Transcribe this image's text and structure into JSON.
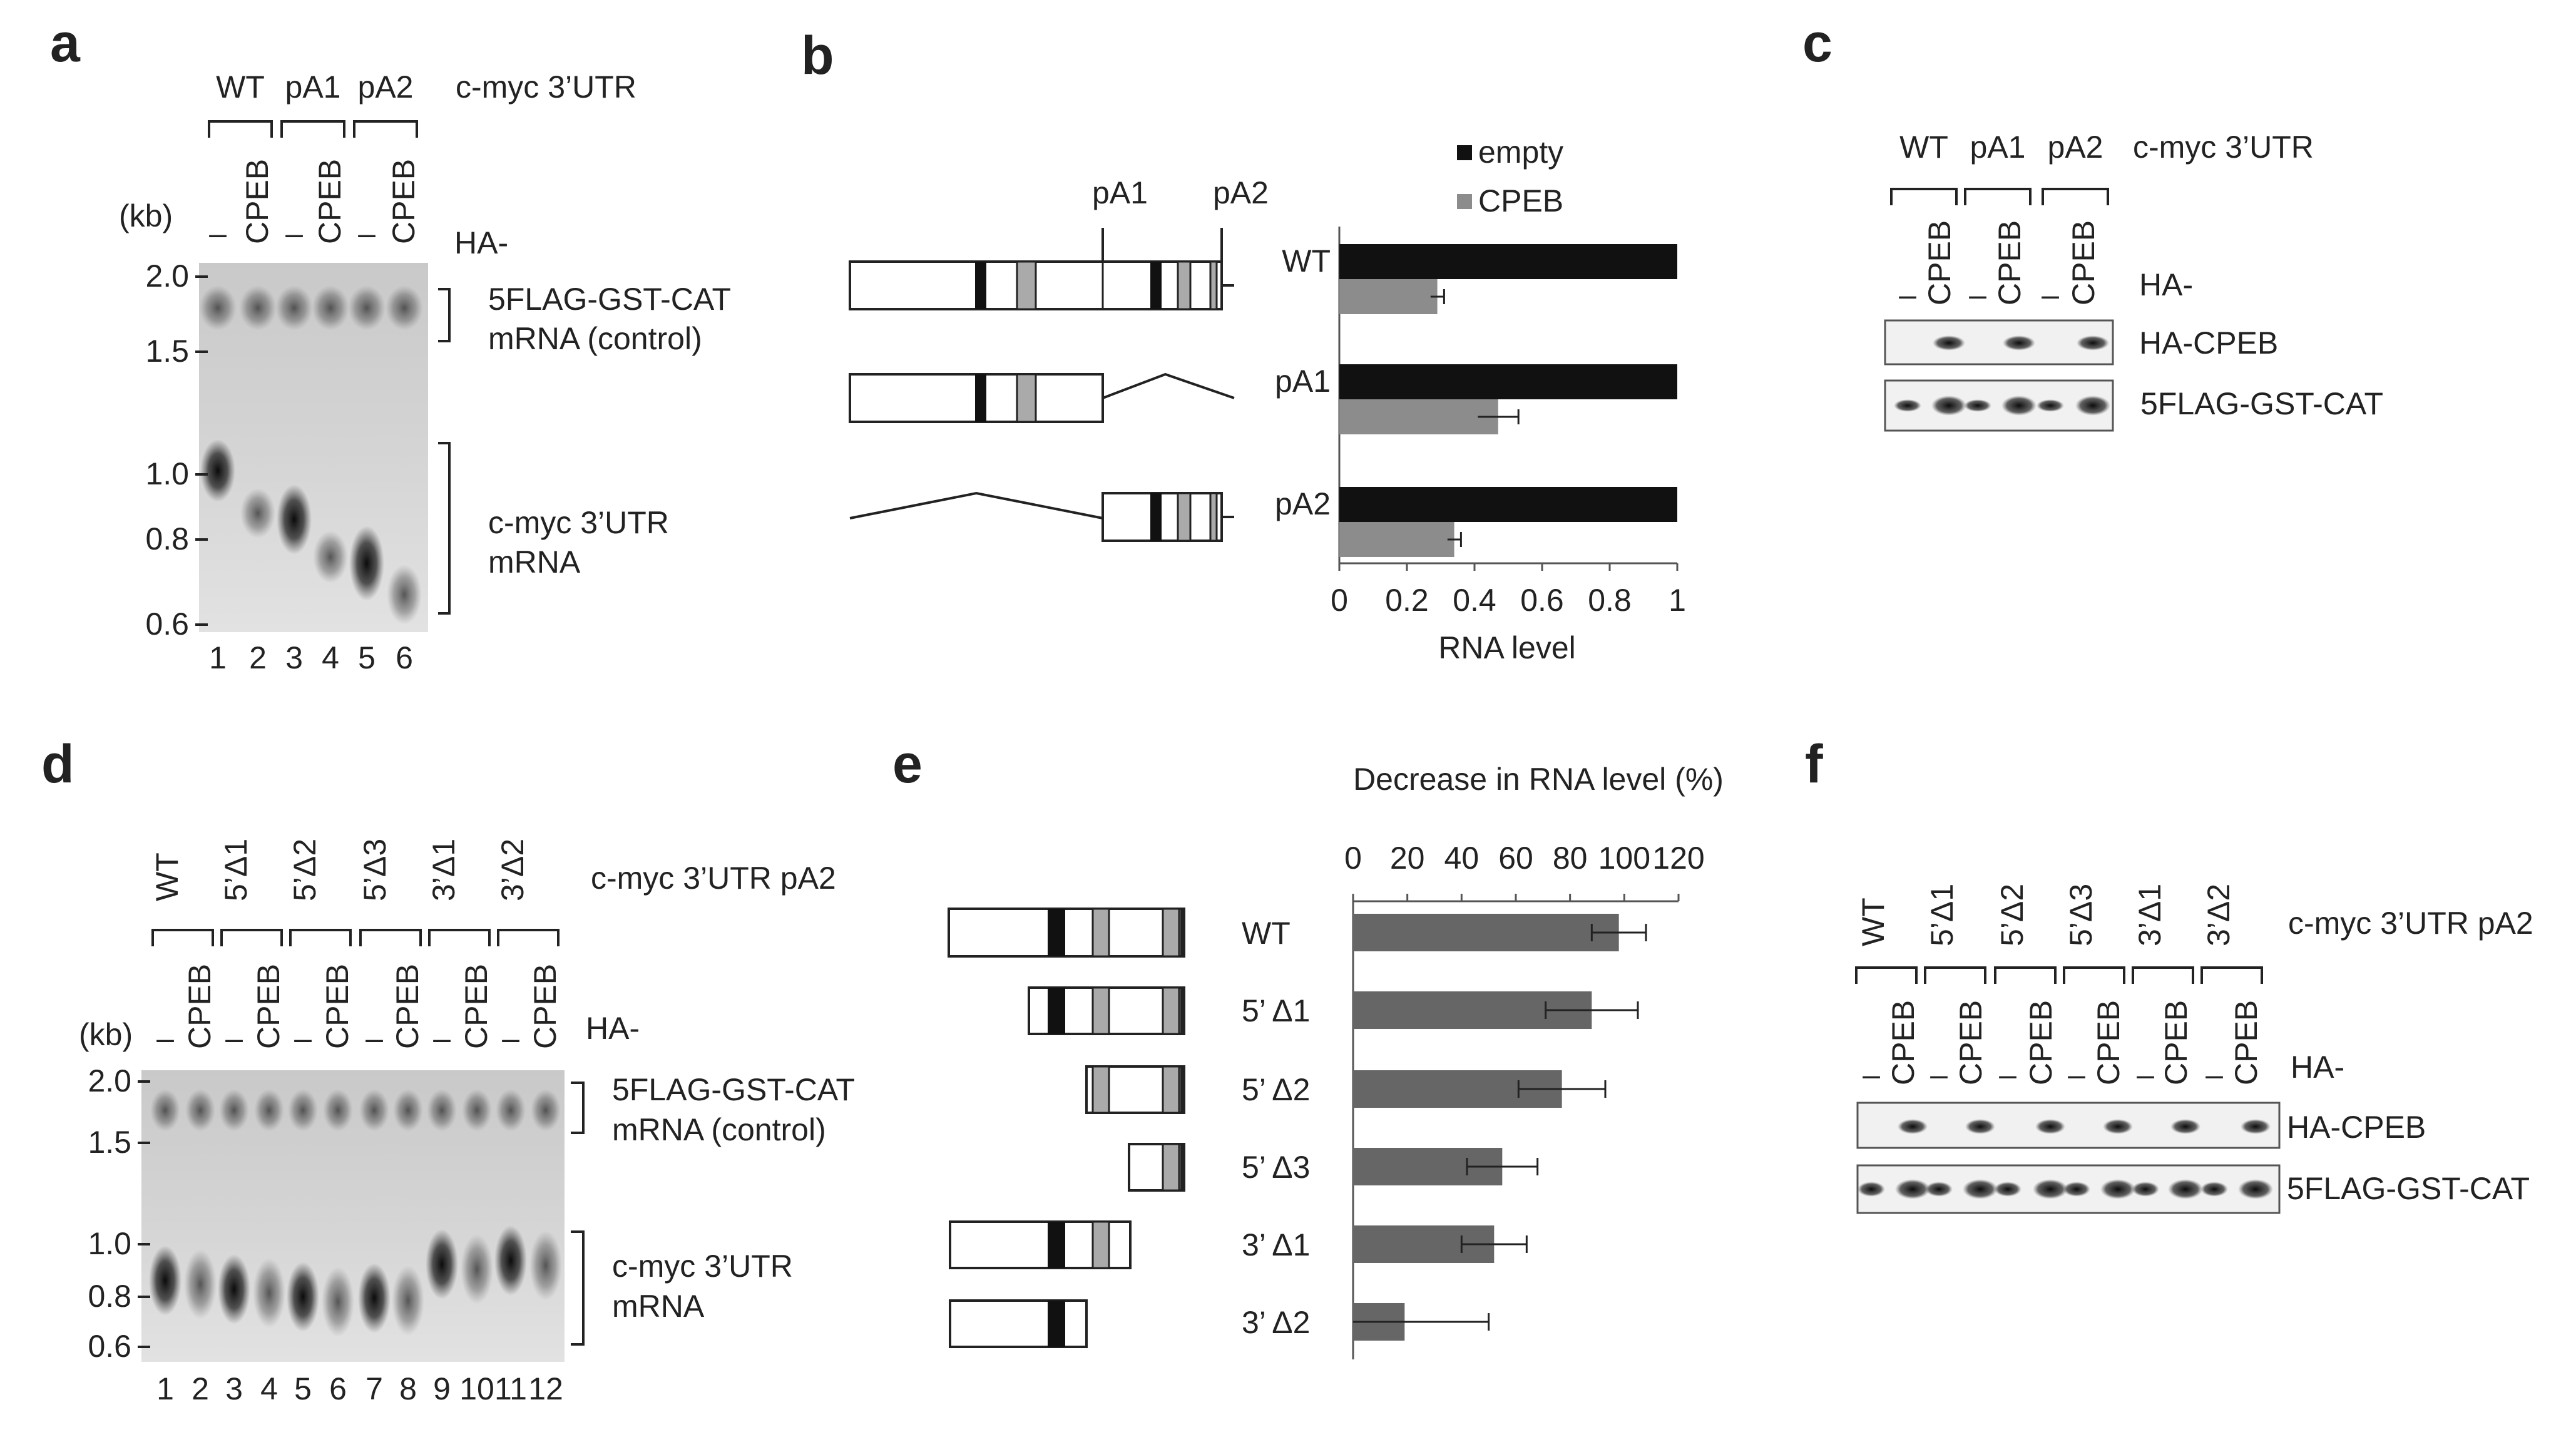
{
  "panels": {
    "a": {
      "letter": "a",
      "groups": [
        "WT",
        "pA1",
        "pA2"
      ],
      "construct": "c-myc 3’UTR",
      "lane_labels": [
        "–",
        "CPEB",
        "–",
        "CPEB",
        "–",
        "CPEB"
      ],
      "ha_label": "HA-",
      "kb_label": "(kb)",
      "size_ticks": [
        "2.0",
        "1.5",
        "1.0",
        "0.8",
        "0.6"
      ],
      "lane_numbers": [
        "1",
        "2",
        "3",
        "4",
        "5",
        "6"
      ],
      "band_labels": [
        {
          "line1": "5FLAG-GST-CAT",
          "line2": "mRNA (control)"
        },
        {
          "line1": "c-myc 3’UTR",
          "line2": "mRNA"
        }
      ]
    },
    "b": {
      "letter": "b",
      "site_labels": [
        "pA1",
        "pA2"
      ],
      "legend": [
        "empty",
        "CPEB"
      ],
      "legend_colors": [
        "#111111",
        "#8c8c8c"
      ],
      "xlabel": "RNA level",
      "x_ticks": [
        "0",
        "0.2",
        "0.4",
        "0.6",
        "0.8",
        "1"
      ]
    },
    "c": {
      "letter": "c",
      "groups": [
        "WT",
        "pA1",
        "pA2"
      ],
      "construct": "c-myc 3’UTR",
      "lane_labels": [
        "–",
        "CPEB",
        "–",
        "CPEB",
        "–",
        "CPEB"
      ],
      "ha_label": "HA-",
      "blot_labels": [
        "HA-CPEB",
        "5FLAG-GST-CAT"
      ]
    },
    "d": {
      "letter": "d",
      "groups": [
        "WT",
        "5’Δ1",
        "5’Δ2",
        "5’Δ3",
        "3’Δ1",
        "3’Δ2"
      ],
      "construct": "c-myc 3’UTR pA2",
      "lane_labels": [
        "–",
        "CPEB",
        "–",
        "CPEB",
        "–",
        "CPEB",
        "–",
        "CPEB",
        "–",
        "CPEB",
        "–",
        "CPEB"
      ],
      "ha_label": "HA-",
      "kb_label": "(kb)",
      "size_ticks": [
        "2.0",
        "1.5",
        "1.0",
        "0.8",
        "0.6"
      ],
      "lane_numbers": [
        "1",
        "2",
        "3",
        "4",
        "5",
        "6",
        "7",
        "8",
        "9",
        "10",
        "11",
        "12"
      ],
      "band_labels": [
        {
          "line1": "5FLAG-GST-CAT",
          "line2": "mRNA (control)"
        },
        {
          "line1": "c-myc 3’UTR",
          "line2": "mRNA"
        }
      ]
    },
    "e": {
      "letter": "e",
      "title": "Decrease in RNA level (%)",
      "x_ticks": [
        "0",
        "20",
        "40",
        "60",
        "80",
        "100",
        "120"
      ],
      "bar_color": "#666666"
    },
    "f": {
      "letter": "f",
      "groups": [
        "WT",
        "5’Δ1",
        "5’Δ2",
        "5’Δ3",
        "3’Δ1",
        "3’Δ2"
      ],
      "construct": "c-myc 3’UTR pA2",
      "lane_labels": [
        "–",
        "CPEB",
        "–",
        "CPEB",
        "–",
        "CPEB",
        "–",
        "CPEB",
        "–",
        "CPEB",
        "–",
        "CPEB"
      ],
      "ha_label": "HA-",
      "blot_labels": [
        "HA-CPEB",
        "5FLAG-GST-CAT"
      ]
    }
  },
  "chart_data": [
    {
      "type": "bar",
      "panel": "b",
      "orientation": "horizontal",
      "categories": [
        "WT",
        "pA1",
        "pA2"
      ],
      "series": [
        {
          "name": "empty",
          "values": [
            1,
            1,
            1
          ]
        },
        {
          "name": "CPEB",
          "values": [
            0.29,
            0.47,
            0.34
          ],
          "error": [
            0.02,
            0.06,
            0.02
          ]
        }
      ],
      "xlabel": "RNA level",
      "xlim": [
        0,
        1
      ]
    },
    {
      "type": "bar",
      "panel": "e",
      "orientation": "horizontal",
      "categories": [
        "WT",
        "5’ Δ1",
        "5’ Δ2",
        "5’ Δ3",
        "3’ Δ1",
        "3’ Δ2"
      ],
      "series": [
        {
          "values": [
            98,
            88,
            77,
            55,
            52,
            19
          ],
          "error": [
            10,
            17,
            16,
            13,
            12,
            31
          ]
        }
      ],
      "title": "Decrease in RNA level (%)",
      "xlim": [
        0,
        120
      ]
    }
  ]
}
